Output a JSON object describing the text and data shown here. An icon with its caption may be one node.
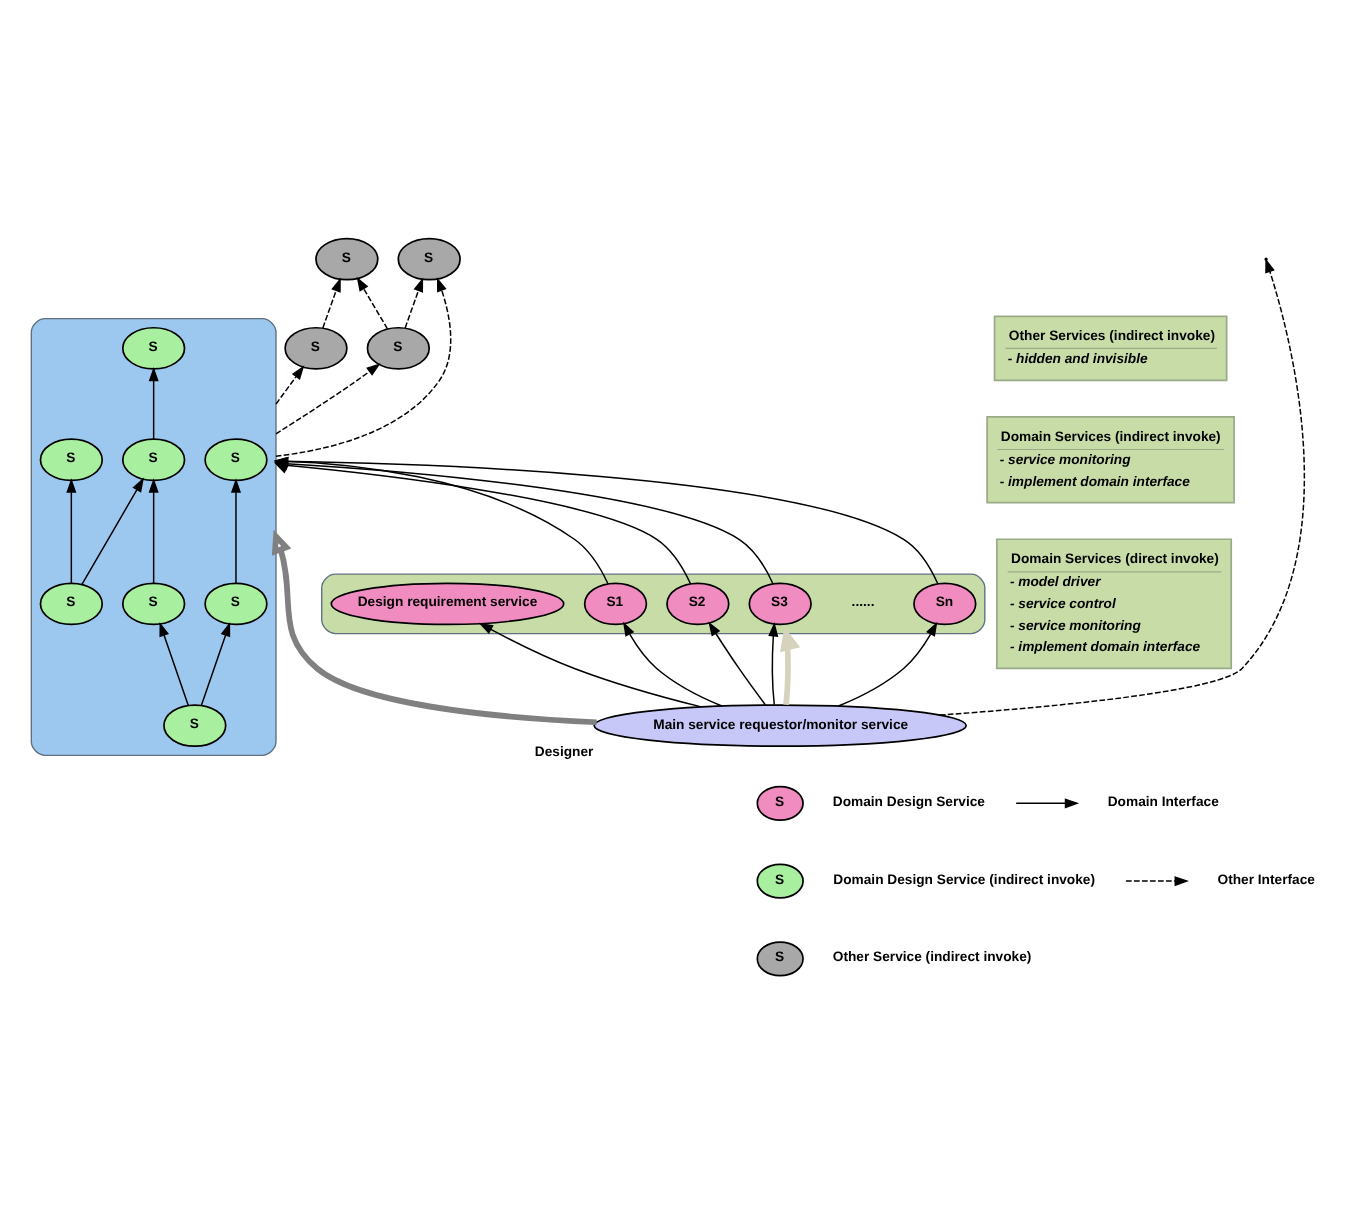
{
  "diagram": {
    "nodes": [
      {
        "text": [
          "S"
        ]
      },
      {
        "text": [
          "S"
        ]
      },
      {
        "text": [
          "S"
        ]
      },
      {
        "text": [
          "S"
        ]
      },
      {
        "text": [],
        "shape": "cloud"
      },
      {
        "text": [
          "S"
        ],
        "in": 4
      },
      {
        "text": [
          "S"
        ],
        "in": 4
      },
      {
        "text": [
          "S"
        ],
        "in": 4
      },
      {
        "text": [
          "S"
        ],
        "in": 4
      },
      {
        "text": [
          "S"
        ],
        "in": 4
      },
      {
        "text": [
          "S"
        ],
        "in": 4
      },
      {
        "text": [
          "S"
        ],
        "in": 4
      },
      {
        "text": [
          "S"
        ],
        "in": 4
      },
      {
        "text": [],
        "shape": "cloud"
      },
      {
        "text": [
          "S3"
        ],
        "in": 13
      },
      {
        "text": [
          "Sn"
        ],
        "in": 13
      },
      {
        "text": [
          "S2"
        ],
        "in": 13
      },
      {
        "text": [
          "S1"
        ],
        "in": 13
      },
      {
        "text": [
          "Design requirement service"
        ],
        "in": 13
      },
      {
        "text": [
          "Main service requestor/monitor service"
        ],
        "beside": [
          "Designer"
        ]
      },
      {
        "text": [
          "Other Services (indirect invoke)",
          "- hidden and invisible"
        ]
      },
      {
        "text": [
          "Domain Services (indirect invoke)",
          "- service monitoring",
          "- implement domain interface"
        ]
      },
      {
        "text": [
          "Domain Services (direct invoke)",
          "- model driver",
          "- service control",
          "- service monitoring",
          "- implement domain interface"
        ]
      }
    ],
    "edges": [
      {
        "from": 1,
        "to": 0,
        "arrow": "to",
        "style": "dashed"
      },
      {
        "from": 2,
        "to": 0,
        "arrow": "to",
        "style": "dashed"
      },
      {
        "from": 2,
        "to": 3,
        "arrow": "to",
        "style": "dashed"
      },
      {
        "from": 4,
        "to": 1,
        "arrow": "to",
        "style": "dashed"
      },
      {
        "from": 4,
        "to": 2,
        "arrow": "to",
        "style": "dashed"
      },
      {
        "from": 4,
        "to": 3,
        "arrow": "to",
        "style": "dashed"
      },
      {
        "from": 9,
        "to": 5,
        "arrow": "to"
      },
      {
        "from": 10,
        "to": 9,
        "arrow": "to"
      },
      {
        "from": 10,
        "to": 6,
        "arrow": "to"
      },
      {
        "from": 6,
        "to": 7,
        "arrow": "to"
      },
      {
        "from": 7,
        "to": 8,
        "arrow": "to"
      },
      {
        "from": 11,
        "to": 7,
        "arrow": "to"
      },
      {
        "from": 11,
        "to": 12,
        "arrow": "to"
      },
      {
        "from": 17,
        "to": 4,
        "arrow": "to"
      },
      {
        "from": 16,
        "to": 4,
        "arrow": "to"
      },
      {
        "from": 14,
        "to": 4,
        "arrow": "to"
      },
      {
        "from": 15,
        "to": 4,
        "arrow": "to"
      },
      {
        "from": 19,
        "to": 17,
        "arrow": "to"
      },
      {
        "from": 19,
        "to": 16,
        "arrow": "to"
      },
      {
        "from": 19,
        "to": 14,
        "arrow": "to"
      },
      {
        "from": 19,
        "to": 15,
        "arrow": "to"
      },
      {
        "from": 19,
        "to": 18,
        "arrow": "to"
      },
      {
        "from": 19,
        "to": 4,
        "arrow": "to",
        "style": "thick",
        "color": "#808080"
      },
      {
        "from": 19,
        "to": 13,
        "arrow": "to",
        "style": "thick",
        "color": "#d6d2bc"
      },
      {
        "from": 19,
        "to": null,
        "arrow": "to",
        "style": "dashed"
      }
    ],
    "labels": [
      "......",
      "S",
      "S",
      "S"
    ],
    "legend": [
      {
        "text": "Domain Design Service",
        "color": "#f08cc0"
      },
      {
        "text": "Domain Interface"
      },
      {
        "text": "Domain Design Service (indirect invoke)",
        "color": "#a8f0a0"
      },
      {
        "text": "Other Interface"
      },
      {
        "text": "Other Service (indirect invoke)",
        "color": "#a8a8a8"
      }
    ]
  }
}
